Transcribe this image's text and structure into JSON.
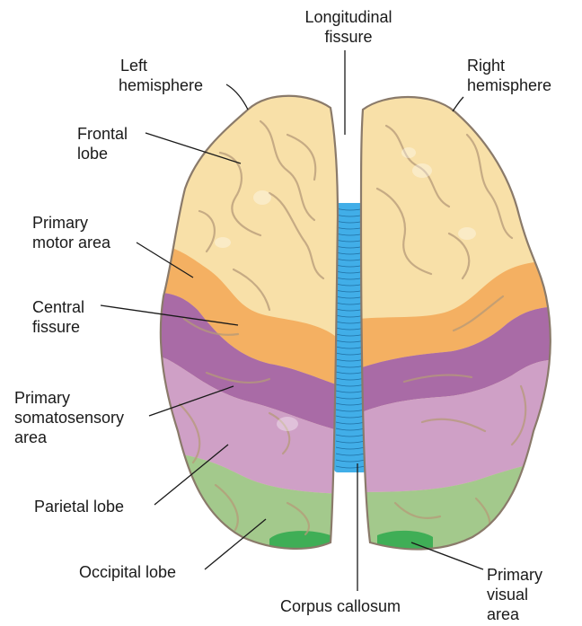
{
  "labels": {
    "longitudinal_fissure": [
      "Longitudinal",
      "fissure"
    ],
    "left_hemisphere": [
      "Left",
      "hemisphere"
    ],
    "right_hemisphere": [
      "Right",
      "hemisphere"
    ],
    "frontal_lobe": [
      "Frontal",
      "lobe"
    ],
    "primary_motor_area": [
      "Primary",
      "motor area"
    ],
    "central_fissure": [
      "Central",
      "fissure"
    ],
    "primary_somatosensory_area": [
      "Primary",
      "somatosensory",
      "area"
    ],
    "parietal_lobe": "Parietal lobe",
    "occipital_lobe": "Occipital lobe",
    "corpus_callosum": "Corpus callosum",
    "primary_visual_area": [
      "Primary",
      "visual",
      "area"
    ]
  },
  "colors": {
    "frontal_lobe": "#f8e0a8",
    "primary_motor_area": "#f4b062",
    "primary_somatosensory_area": "#a96ba6",
    "parietal_lobe": "#cfa0c6",
    "occipital_lobe": "#a3c98c",
    "primary_visual_area": "#3fae56",
    "corpus_callosum": "#41aee8",
    "outline": "#8a7a6a"
  }
}
